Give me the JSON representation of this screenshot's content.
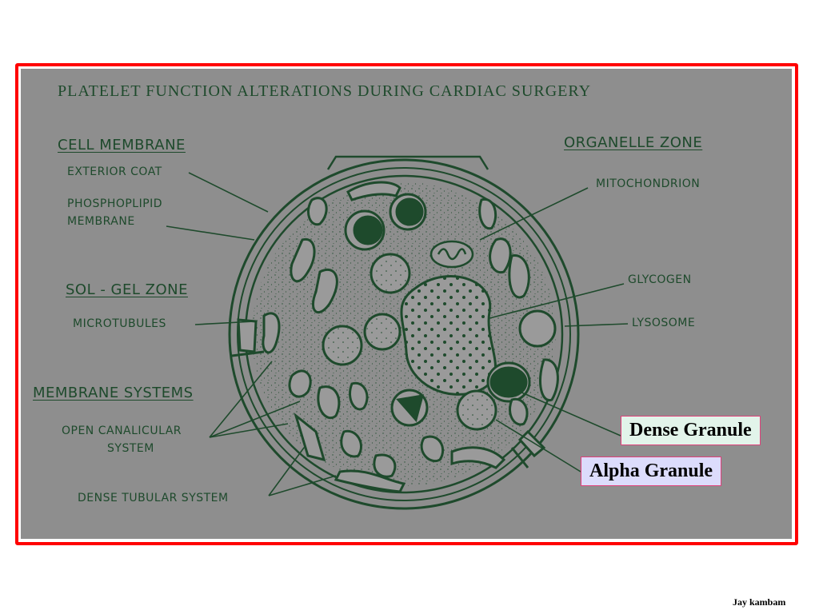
{
  "title": "PLATELET FUNCTION ALTERATIONS DURING CARDIAC SURGERY",
  "left_sections": [
    {
      "heading": "CELL MEMBRANE",
      "items": [
        "EXTERIOR COAT",
        "PHOSPHOPLIPID",
        "MEMBRANE"
      ]
    },
    {
      "heading": "SOL - GEL ZONE",
      "items": [
        "MICROTUBULES"
      ]
    },
    {
      "heading": "MEMBRANE SYSTEMS",
      "items": [
        "OPEN CANALICULAR",
        "SYSTEM",
        "DENSE TUBULAR SYSTEM"
      ]
    }
  ],
  "right_section": {
    "heading": "ORGANELLE ZONE",
    "items": [
      "MITOCHONDRION",
      "GLYCOGEN",
      "LYSOSOME"
    ]
  },
  "callouts": {
    "dense_granule": "Dense Granule",
    "alpha_granule": "Alpha Granule"
  },
  "footer": "Jay kambam",
  "colors": {
    "frame": "#ff0000",
    "panel": "#8e8e8e",
    "ink": "#1e4a2c",
    "dense_box": "#e2f4ea",
    "alpha_box": "#dcdcfc"
  }
}
